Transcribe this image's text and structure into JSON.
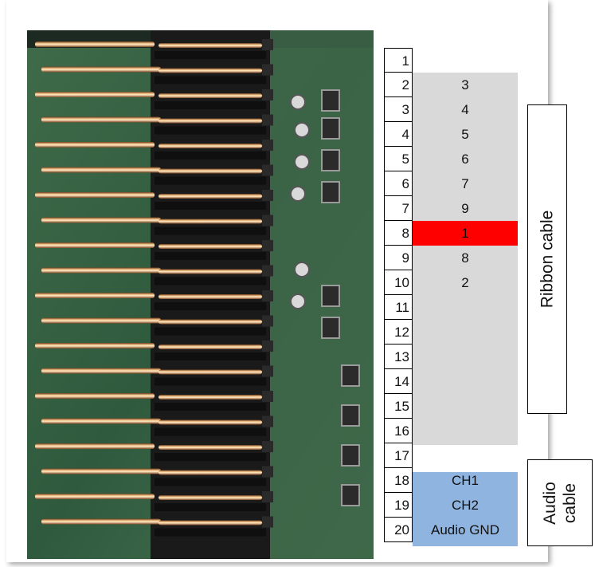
{
  "photo": {
    "description_icon": "connector-photo",
    "pin_count_visible": 20
  },
  "pins": [
    "1",
    "2",
    "3",
    "4",
    "5",
    "6",
    "7",
    "8",
    "9",
    "10",
    "11",
    "12",
    "13",
    "14",
    "15",
    "16",
    "17",
    "18",
    "19",
    "20"
  ],
  "mapping": [
    {
      "pin": "2",
      "value": "3"
    },
    {
      "pin": "3",
      "value": "4"
    },
    {
      "pin": "4",
      "value": "5"
    },
    {
      "pin": "5",
      "value": "6"
    },
    {
      "pin": "6",
      "value": "7"
    },
    {
      "pin": "7",
      "value": "9"
    },
    {
      "pin": "8",
      "value": "1",
      "highlight": true
    },
    {
      "pin": "9",
      "value": "8"
    },
    {
      "pin": "10",
      "value": "2"
    },
    {
      "pin": "18",
      "value": "CH1"
    },
    {
      "pin": "19",
      "value": "CH2"
    },
    {
      "pin": "20",
      "value": "Audio GND"
    }
  ],
  "labels": {
    "ribbon": "Ribbon cable",
    "audio_line1": "Audio",
    "audio_line2": "cable"
  },
  "colors": {
    "ribbon_band": "#d9d9d9",
    "audio_band": "#8fb4df",
    "highlight": "#ff0000"
  }
}
